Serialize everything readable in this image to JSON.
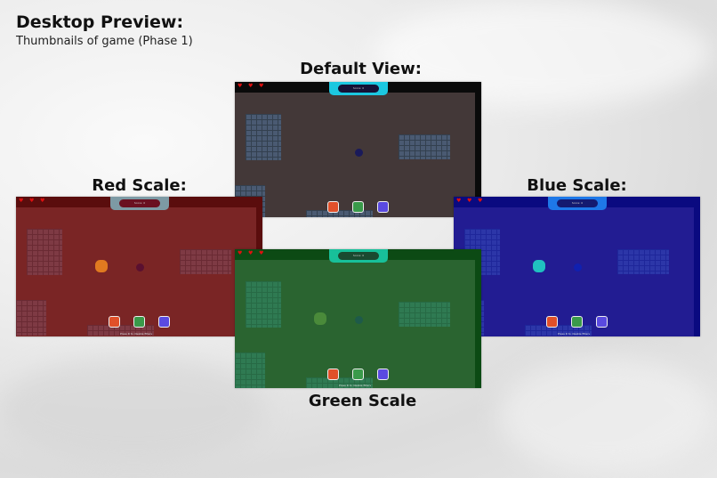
{
  "header": {
    "title": "Desktop Preview:",
    "subtitle": "Thumbnails of game (Phase 1)"
  },
  "thumbnails": [
    {
      "key": "default",
      "label": "Default View:",
      "score_text": "Score: 0",
      "hint": "",
      "player": false,
      "colors": {
        "bar": "#0a0a0a",
        "arena": "#433838",
        "wall": "#0a0a0a",
        "tile": "#4a5a72",
        "tileLine": "#33404f",
        "pill": "#1cc7e0",
        "pillInner": "#141236",
        "enemy": "#1a1a5a"
      }
    },
    {
      "key": "red",
      "label": "Red Scale:",
      "score_text": "Score: 0",
      "hint": "Press R to disable filters",
      "player": true,
      "colors": {
        "bar": "#5a0d0d",
        "arena": "#7a2525",
        "wall": "#5a0d0d",
        "tile": "#7e3a44",
        "tileLine": "#6a2a33",
        "pill": "#7d9aa4",
        "pillInner": "#6a1020",
        "enemy": "#5a1030",
        "player": "#e07a20"
      }
    },
    {
      "key": "blue",
      "label": "Blue Scale:",
      "score_text": "Score: 0",
      "hint": "Press R to disable filters",
      "player": true,
      "colors": {
        "bar": "#0a0a80",
        "arena": "#221c92",
        "wall": "#0a0a80",
        "tile": "#2c36a8",
        "tileLine": "#1e269a",
        "pill": "#1e78e8",
        "pillInner": "#141a70",
        "enemy": "#1020b0",
        "player": "#20c0c0"
      }
    },
    {
      "key": "green",
      "label": "Green Scale",
      "score_text": "Score: 0",
      "hint": "Press R to disable filters",
      "player": true,
      "colors": {
        "bar": "#0c4a14",
        "arena": "#2a6430",
        "wall": "#0c4a14",
        "tile": "#2f7a52",
        "tileLine": "#276a45",
        "pill": "#18c09a",
        "pillInner": "#1a4a30",
        "enemy": "#1e5a4a",
        "player": "#4a8a3a"
      }
    }
  ],
  "items": [
    {
      "name": "fire-potion",
      "color": "#e0502a"
    },
    {
      "name": "earth-potion",
      "color": "#3a9a4a"
    },
    {
      "name": "water-potion",
      "color": "#5a4ae0"
    }
  ]
}
